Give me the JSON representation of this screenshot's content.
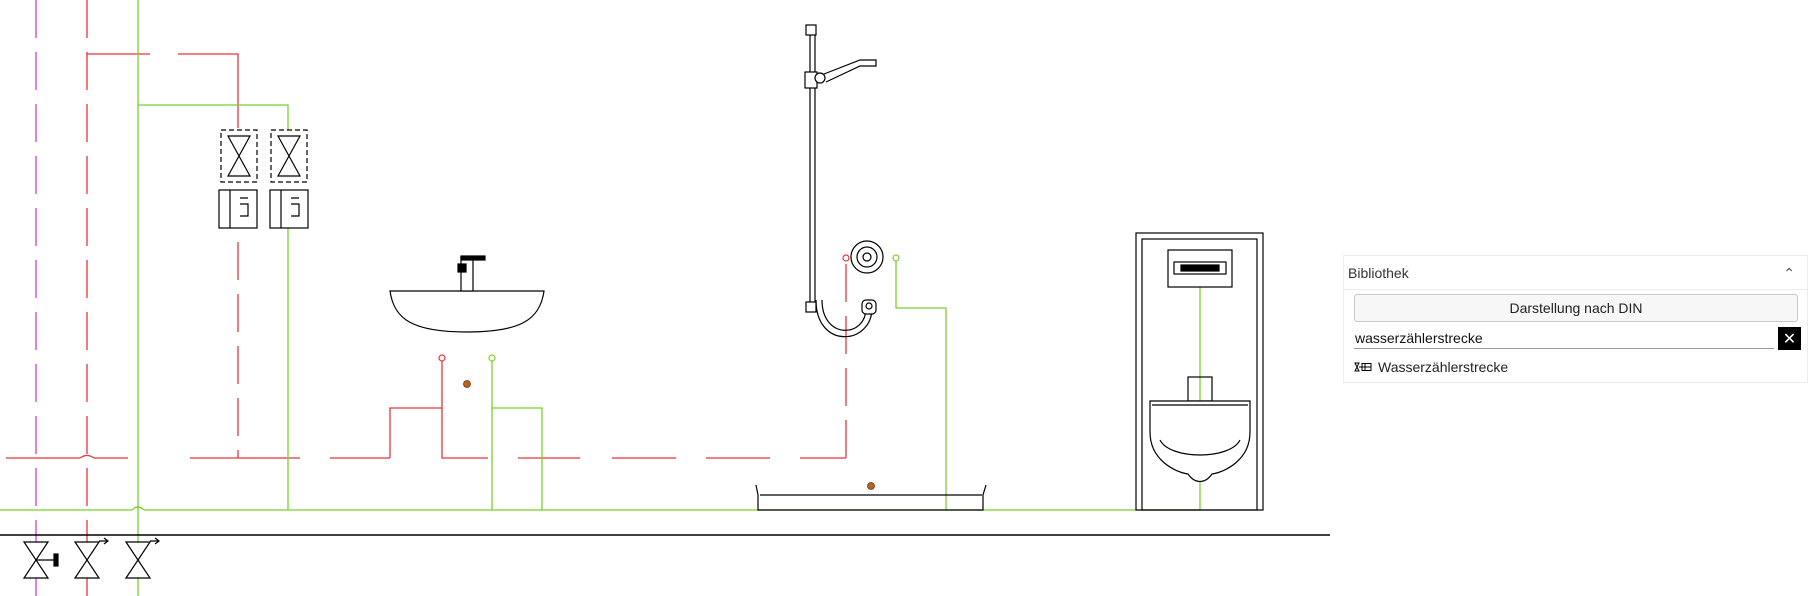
{
  "library": {
    "title": "Bibliothek",
    "collapse_icon": "chevron-up-icon",
    "din_button_label": "Darstellung nach DIN",
    "search": {
      "value": "wasserzählerstrecke",
      "placeholder": ""
    },
    "clear_icon": "close-icon",
    "results": [
      {
        "label": "Wasserzählerstrecke",
        "icon": "water-meter-icon"
      }
    ]
  },
  "drawing": {
    "colors": {
      "hot_water": "#e8343c",
      "cold_water": "#79d22c",
      "circulation": "#d83ad8",
      "fixture": "#000000",
      "drain_point": "#a0522d"
    }
  }
}
